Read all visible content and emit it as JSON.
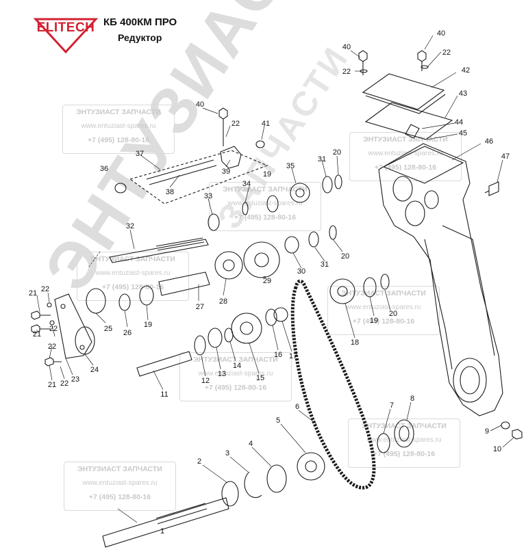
{
  "header": {
    "brand": "ELITECH",
    "model": "КБ 400КМ ПРО",
    "subtitle": "Редуктор"
  },
  "colors": {
    "brand_red": "#d2202f",
    "line": "#1a1a1a",
    "watermark": "#c8c8c8"
  },
  "watermark": {
    "title": "ЭНТУЗИАСТ ЗАПЧАСТИ",
    "url": "www.entuziast-spares.ru",
    "phone": "+7 (495) 128-80-16",
    "big": "ЭНТУЗИАСТ",
    "big2": "ЗАПЧАСТИ"
  },
  "parts": [
    "1",
    "2",
    "3",
    "4",
    "5",
    "6",
    "7",
    "8",
    "9",
    "10",
    "11",
    "12",
    "13",
    "14",
    "15",
    "16",
    "17",
    "18",
    "19",
    "20",
    "21",
    "22",
    "23",
    "24",
    "25",
    "26",
    "27",
    "28",
    "29",
    "30",
    "31",
    "32",
    "33",
    "34",
    "35",
    "36",
    "37",
    "38",
    "39",
    "40",
    "41",
    "42",
    "43",
    "44",
    "45",
    "46",
    "47"
  ]
}
